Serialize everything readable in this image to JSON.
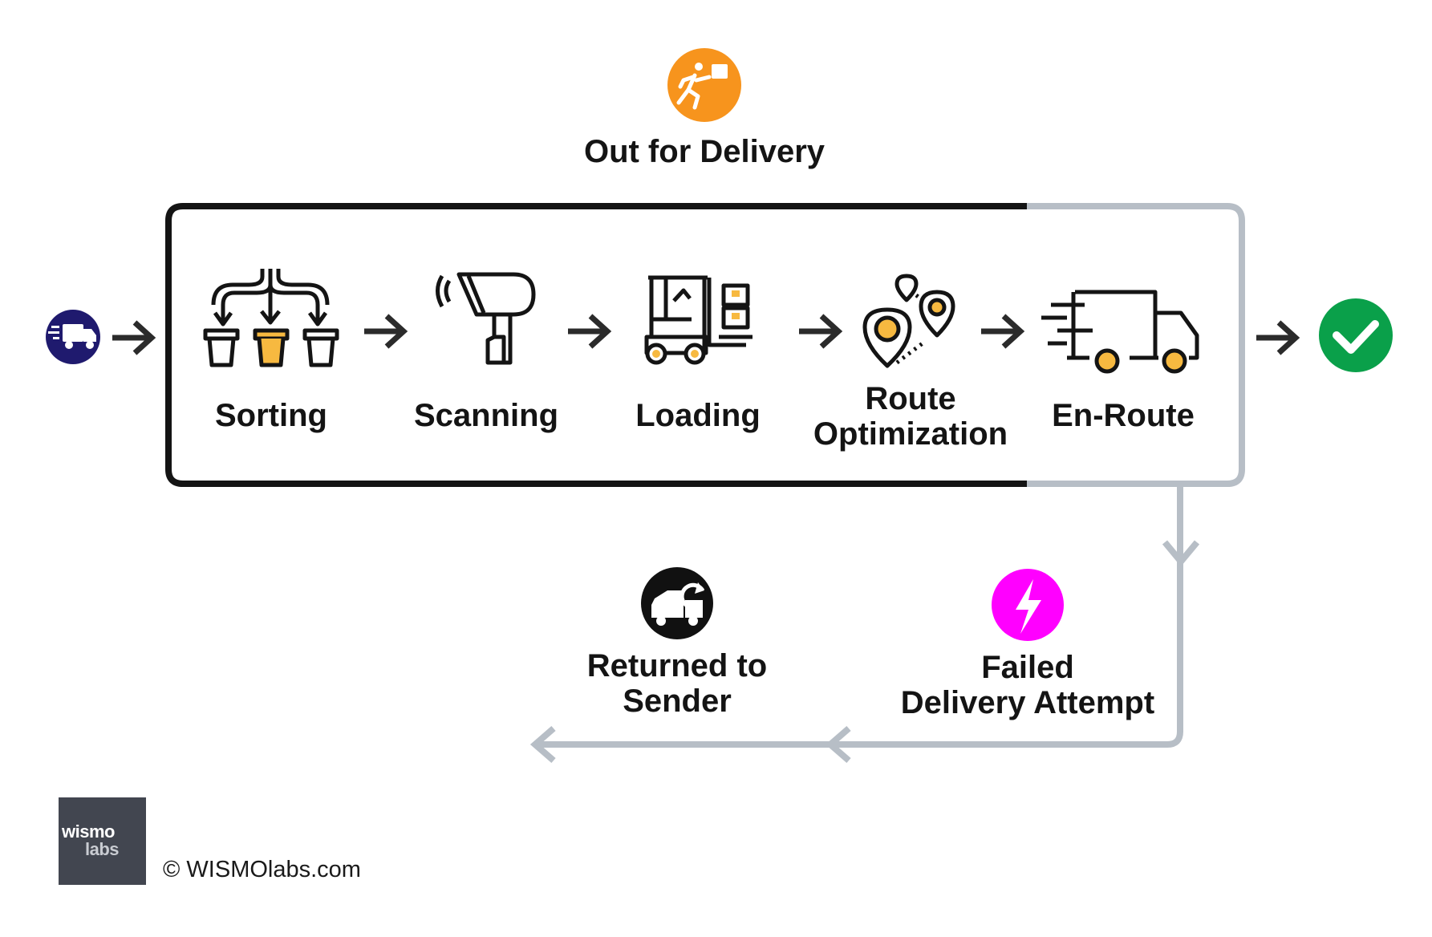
{
  "top_stage": {
    "label": "Out for Delivery",
    "icon": "running-courier-icon",
    "color": "#f7941d"
  },
  "start_icon": {
    "icon": "delivery-truck-icon",
    "color": "#1f1a6e"
  },
  "steps": [
    {
      "label": "Sorting",
      "icon": "sorting-bins-icon"
    },
    {
      "label": "Scanning",
      "icon": "barcode-scanner-icon"
    },
    {
      "label": "Loading",
      "icon": "forklift-icon"
    },
    {
      "label_line1": "Route",
      "label_line2": "Optimization",
      "icon": "map-pins-icon"
    },
    {
      "label": "En-Route",
      "icon": "moving-truck-icon"
    }
  ],
  "end_icon": {
    "icon": "checkmark-icon",
    "color": "#0aa04a"
  },
  "failed": {
    "label_line1": "Failed",
    "label_line2": "Delivery Attempt",
    "icon": "lightning-icon",
    "color": "#ff00ff"
  },
  "returned": {
    "label_line1": "Returned to",
    "label_line2": "Sender",
    "icon": "return-truck-icon",
    "color": "#111111"
  },
  "colors": {
    "accent": "#f7b940",
    "box_border": "#141414",
    "exception_path": "#b7bec6"
  },
  "footer": {
    "logo_word1": "wismo",
    "logo_word2": "labs",
    "copyright": "© WISMOlabs.com"
  }
}
